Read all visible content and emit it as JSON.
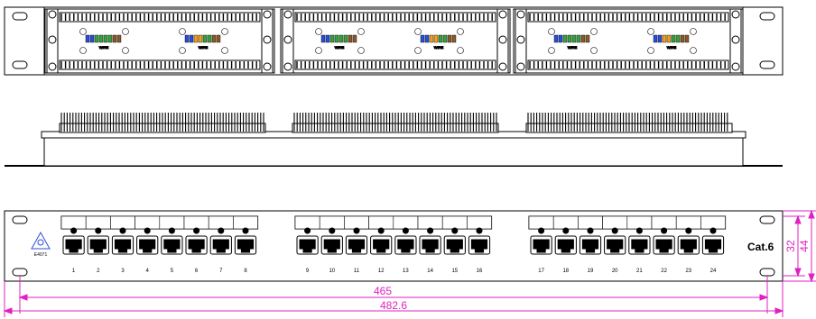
{
  "front_view": {
    "port_numbers": [
      "1",
      "2",
      "3",
      "4",
      "5",
      "6",
      "7",
      "8",
      "9",
      "10",
      "11",
      "12",
      "13",
      "14",
      "15",
      "16",
      "17",
      "18",
      "19",
      "20",
      "21",
      "22",
      "23",
      "24"
    ],
    "category_label": "Cat.6",
    "approval_mark": "E4071"
  },
  "rear_view": {
    "wiring_label": "WIRE"
  },
  "dimensions": {
    "width_inner": "465",
    "width_outer": "482.6",
    "height_inner": "32",
    "height_outer": "44",
    "color": "#e020c0"
  },
  "colors": {
    "line": "#000000",
    "dimension": "#e020c0",
    "wire_blue": "#2a4fd6",
    "wire_orange": "#f0a020",
    "wire_green": "#3aa040",
    "wire_brown": "#8a5a2a"
  }
}
